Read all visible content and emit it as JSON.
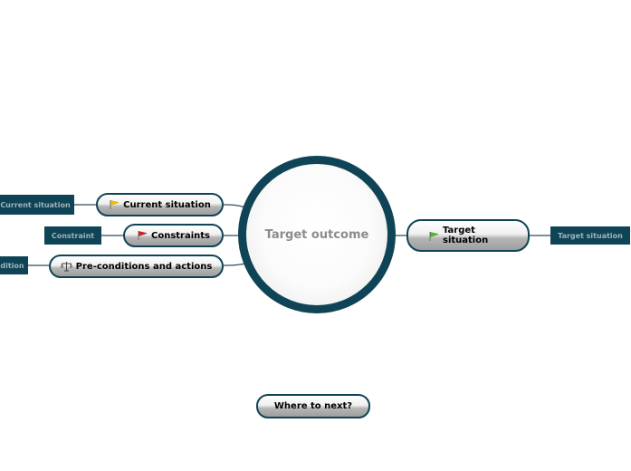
{
  "central": {
    "label": "Target outcome"
  },
  "left_branches": {
    "current": {
      "label": "Current situation",
      "icon": "yellow-flag-icon",
      "child": "Current situation"
    },
    "constraints": {
      "label": "Constraints",
      "icon": "red-flag-icon",
      "child": "Constraint"
    },
    "preconditions": {
      "label": "Pre-conditions and actions",
      "icon": "balance-scale-icon",
      "child": "dition"
    }
  },
  "right_branch": {
    "label": "Target situation",
    "icon": "green-flag-icon",
    "child": "Target situation"
  },
  "bottom_node": {
    "label": "Where to next?"
  },
  "colors": {
    "node_border": "#0f4456",
    "leaf_box": "#0f4456",
    "leaf_text": "#9fb3bc",
    "central_text": "#8c8c8c"
  }
}
